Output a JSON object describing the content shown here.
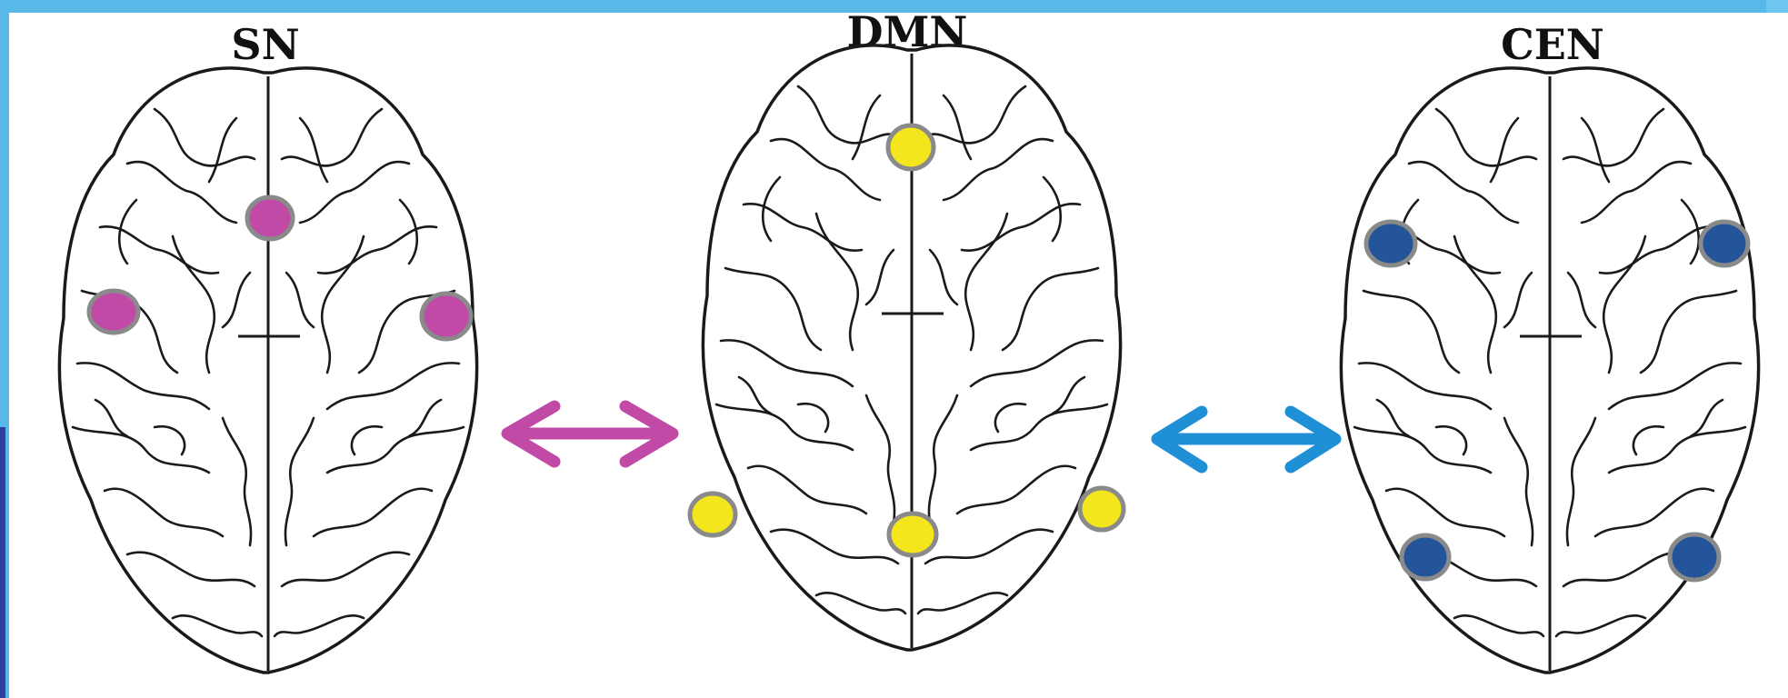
{
  "networks": [
    {
      "label": "SN",
      "node_color": "#c04aa6"
    },
    {
      "label": "DMN",
      "node_color": "#f3e61c"
    },
    {
      "label": "CEN",
      "node_color": "#24559a"
    }
  ],
  "arrows": [
    {
      "from": "SN",
      "to": "DMN",
      "color": "#c04aa6"
    },
    {
      "from": "DMN",
      "to": "CEN",
      "color": "#1f8fd6"
    }
  ],
  "node_outline_color": "#8a8a8a",
  "frame_color": "#58b9e8"
}
